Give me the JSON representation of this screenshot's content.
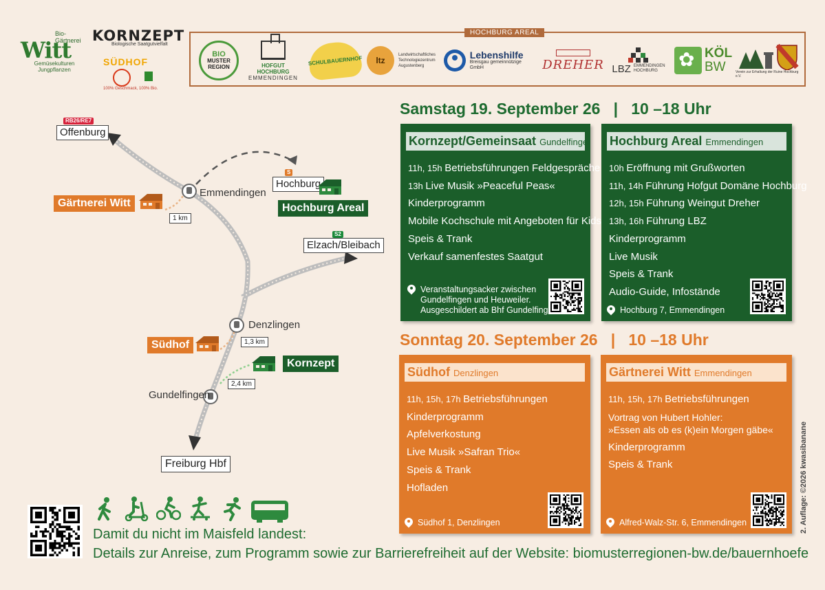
{
  "logos": {
    "witt_small": "Bio-\nGärtnerei",
    "witt_big": "Witt",
    "witt_sub": "Gemüsekulturen\nJungpflanzen",
    "kornzept": "KORNZEPT",
    "kornzept_sub": "Biologische Saatgutvielfalt",
    "suedhof": "SÜDHOF",
    "suedhof_tag": "100% Geschmack, 100% Bio."
  },
  "sponsors": {
    "title": "HOCHBURG AREAL",
    "bio_1": "BIO",
    "bio_2": "MUSTER",
    "bio_3": "REGION",
    "hofgut_1": "HOFGUT HOCHBURG",
    "hofgut_2": "EMMENDINGEN",
    "schul": "SCHULBAUERNHOF",
    "ltz_mark": "ltz",
    "ltz_text": "Landwirtschaftliches\nTechnologiezentrum\nAugustenberg",
    "lebenshilfe": "Lebenshilfe",
    "lebenshilfe_sub": "Breisgau gemeinnützige GmbH",
    "dreher": "DREHER",
    "lbz": "LBZ",
    "lbz_sub": "EMMENDINGEN\nHOCHBURG",
    "koel_1": "KÖL",
    "koel_2": "BW",
    "verein": "Verein zur Erhaltung der Ruine Hochburg e.V."
  },
  "map": {
    "offenburg": "Offenburg",
    "offenburg_tag": "RB26/RE7",
    "hochburg": "Hochburg",
    "hochburg_tag": "S",
    "elzach": "Elzach/Bleibach",
    "elzach_tag": "S2",
    "freiburg": "Freiburg Hbf",
    "emmendingen": "Emmendingen",
    "denzlingen": "Denzlingen",
    "gundelfingen": "Gundelfingen",
    "witt_label": "Gärtnerei Witt",
    "hochburg_areal": "Hochburg Areal",
    "suedhof_label": "Südhof",
    "kornzept_label": "Kornzept",
    "km_witt": "1 km",
    "km_suedhof": "1,3 km",
    "km_kornzept": "2,4 km"
  },
  "saturday": {
    "heading": "Samstag 19. September 26   |   10 –18 Uhr",
    "card1": {
      "title": "Kornzept/Gemeinsaat",
      "place": "Gundelfingen",
      "items": [
        {
          "time": "11h, 15h",
          "text": "Betriebsführungen Feldgespräche"
        },
        {
          "time": "13h",
          "text": "Live Musik »Peaceful Peas«"
        },
        {
          "time": "",
          "text": "Kinderprogramm"
        },
        {
          "time": "",
          "text": "Mobile Kochschule mit Angeboten für Kids"
        },
        {
          "time": "",
          "text": "Speis & Trank"
        },
        {
          "time": "",
          "text": "Verkauf samenfestes Saatgut"
        }
      ],
      "footer": "Veranstaltungsacker zwischen\nGundelfingen und Heuweiler.\nAusgeschildert ab Bhf Gundelfingen"
    },
    "card2": {
      "title": "Hochburg Areal",
      "place": "Emmendingen",
      "items": [
        {
          "time": "10h",
          "text": "Eröffnung mit Grußworten"
        },
        {
          "time": "11h, 14h",
          "text": "Führung Hofgut Domäne Hochburg"
        },
        {
          "time": "12h, 15h",
          "text": "Führung Weingut Dreher"
        },
        {
          "time": "13h, 16h",
          "text": "Führung LBZ"
        },
        {
          "time": "",
          "text": "Kinderprogramm"
        },
        {
          "time": "",
          "text": "Live Musik"
        },
        {
          "time": "",
          "text": "Speis & Trank"
        },
        {
          "time": "",
          "text": "Audio-Guide, Infostände"
        }
      ],
      "footer": "Hochburg 7, Emmendingen"
    }
  },
  "sunday": {
    "heading": "Sonntag 20. September 26   |   10 –18 Uhr",
    "card1": {
      "title": "Südhof",
      "place": "Denzlingen",
      "items": [
        {
          "time": "11h, 15h, 17h",
          "text": "Betriebsführungen"
        },
        {
          "time": "",
          "text": "Kinderprogramm"
        },
        {
          "time": "",
          "text": "Apfelverkostung"
        },
        {
          "time": "",
          "text": "Live Musik »Safran Trio«"
        },
        {
          "time": "",
          "text": "Speis & Trank"
        },
        {
          "time": "",
          "text": "Hofladen"
        }
      ],
      "footer": "Südhof 1, Denzlingen"
    },
    "card2": {
      "title": "Gärtnerei Witt",
      "place": "Emmendingen",
      "items": [
        {
          "time": "11h, 15h, 17h",
          "text": "Betriebsführungen"
        },
        {
          "time": "",
          "text": "Vortrag von Hubert Hohler:"
        },
        {
          "time": "",
          "text": "»Essen als ob es (k)ein Morgen gäbe«"
        },
        {
          "time": "",
          "text": "Kinderprogramm"
        },
        {
          "time": "",
          "text": "Speis & Trank"
        }
      ],
      "footer": "Alfred-Walz-Str. 6, Emmendingen"
    }
  },
  "bottom": {
    "line1": "Damit du nicht im Maisfeld landest:",
    "line2": "Details zur Anreise, zum Programm sowie zur Barrierefreiheit auf der Website: biomusterregionen-bw.de/bauernhoefe"
  },
  "side_note": "2. Auflage: ©2026 kwasibanane",
  "colors": {
    "background": "#f7ede3",
    "green": "#1b5e2a",
    "orange": "#e07a2a",
    "sponsor_border": "#b06a3b"
  },
  "icons": [
    "walk-icon",
    "scooter-icon",
    "bike-icon",
    "skateboard-icon",
    "run-icon",
    "bus-icon",
    "train-station-icon",
    "farm-house-icon",
    "location-pin-icon",
    "qr-code-icon"
  ]
}
